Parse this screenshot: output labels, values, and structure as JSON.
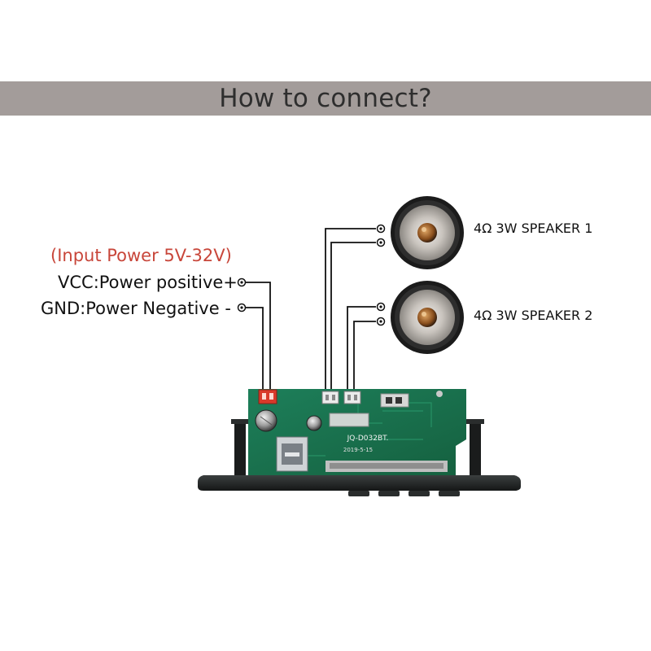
{
  "title": "How to connect?",
  "power": {
    "note": "(Input Power 5V-32V)",
    "vcc_label": "VCC:Power positive+",
    "gnd_label": "GND:Power Negative -"
  },
  "speakers": [
    {
      "label": "4Ω 3W  SPEAKER 1"
    },
    {
      "label": "4Ω 3W  SPEAKER 2"
    }
  ],
  "board": {
    "model": "JQ-D032BT.",
    "date": "2019-5-15"
  },
  "colors": {
    "title_bar": "#a39c9a",
    "note_red": "#c8463a",
    "pcb_green": "#1f7a55",
    "panel_black": "#1e2121"
  }
}
